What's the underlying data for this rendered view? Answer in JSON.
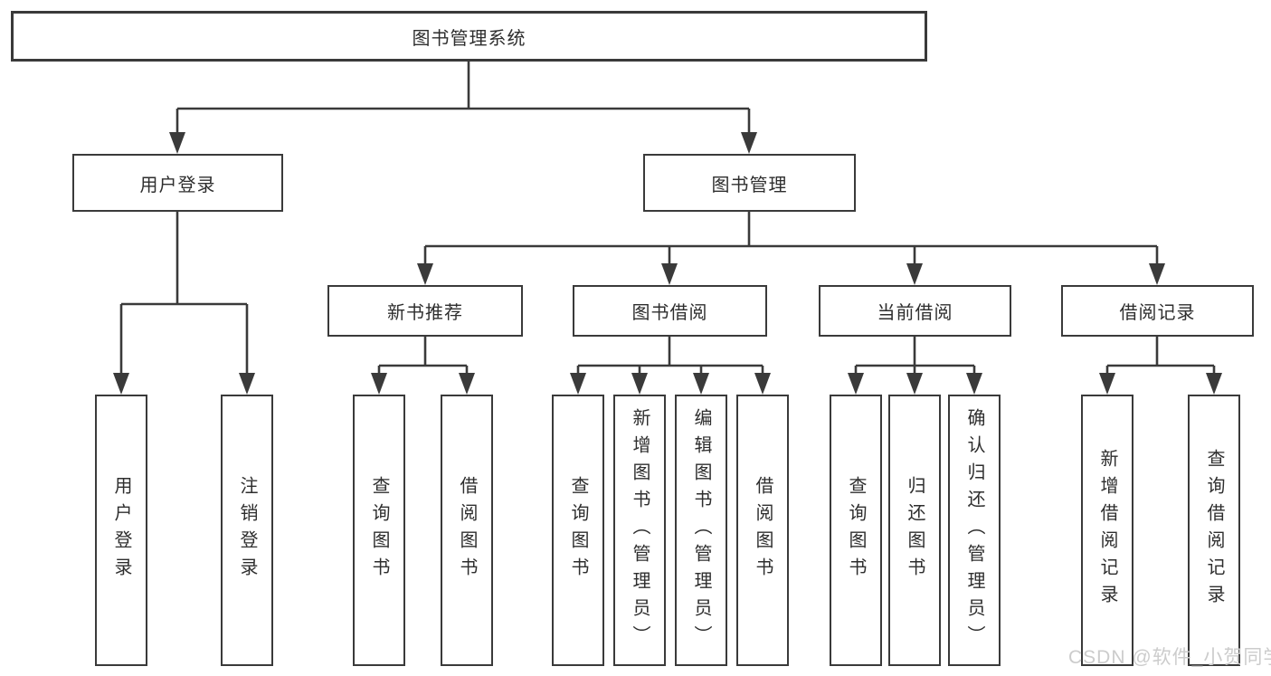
{
  "tree": {
    "label": "图书管理系统",
    "children": [
      {
        "label": "用户登录",
        "children": [
          {
            "label": "用户登录"
          },
          {
            "label": "注销登录"
          }
        ]
      },
      {
        "label": "图书管理",
        "children": [
          {
            "label": "新书推荐",
            "children": [
              {
                "label": "查询图书"
              },
              {
                "label": "借阅图书"
              }
            ]
          },
          {
            "label": "图书借阅",
            "children": [
              {
                "label": "查询图书"
              },
              {
                "label": "新增图书（管理员）"
              },
              {
                "label": "编辑图书（管理员）"
              },
              {
                "label": "借阅图书"
              }
            ]
          },
          {
            "label": "当前借阅",
            "children": [
              {
                "label": "查询图书"
              },
              {
                "label": "归还图书"
              },
              {
                "label": "确认归还（管理员）"
              }
            ]
          },
          {
            "label": "借阅记录",
            "children": [
              {
                "label": "新增借阅记录"
              },
              {
                "label": "查询借阅记录"
              }
            ]
          }
        ]
      }
    ]
  },
  "watermark": {
    "text": "CSDN @软件_小贺同学"
  },
  "colors": {
    "line": "#3a3a3a",
    "text": "#2e2e2e",
    "background": "#ffffff",
    "watermark": "#cccccc"
  }
}
